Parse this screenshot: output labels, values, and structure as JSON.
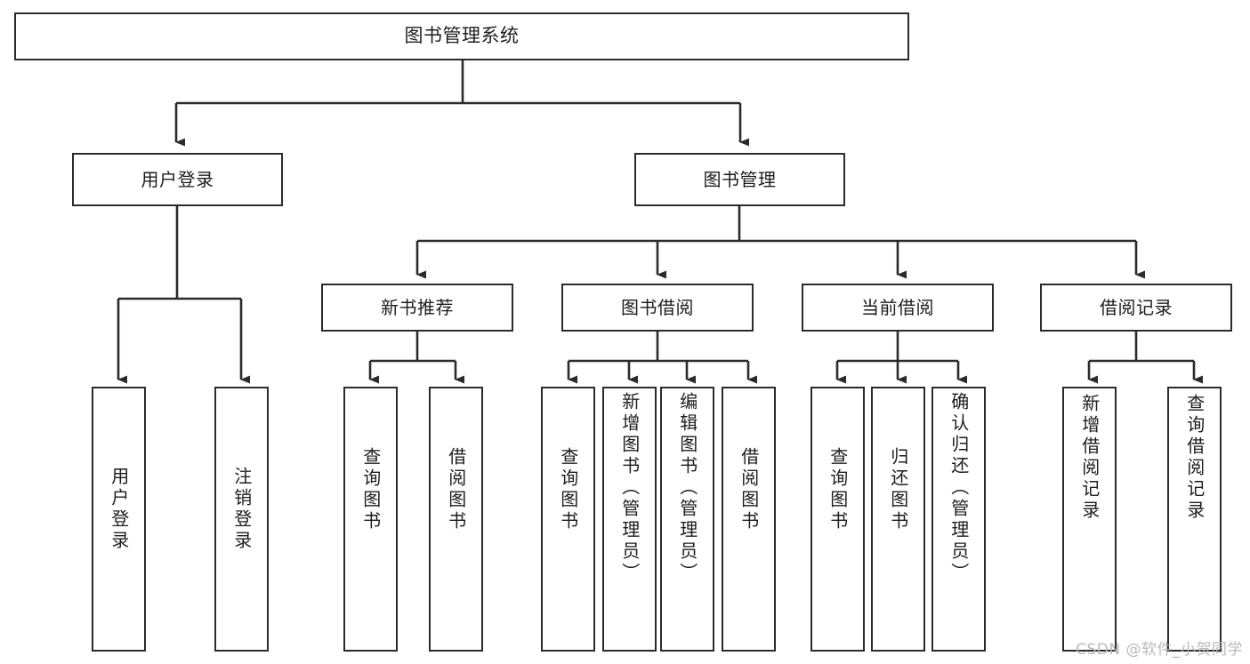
{
  "diagram": {
    "type": "tree",
    "title": "图书管理系统",
    "watermark": "CSDN @软件_小贺同学",
    "colors": {
      "box_border": "#2b2b2b",
      "box_fill": "#ffffff",
      "connector": "#2b2b2b",
      "text": "#1d1d1d",
      "watermark": "#b9b9b9",
      "background": "#ffffff"
    },
    "nodes": {
      "root": {
        "label": "图书管理系统"
      },
      "level1": [
        {
          "id": "user-login",
          "label": "用户登录"
        },
        {
          "id": "book-manage",
          "label": "图书管理"
        }
      ],
      "level2": [
        {
          "id": "new-book-recommend",
          "label": "新书推荐",
          "parent": "book-manage"
        },
        {
          "id": "book-borrow",
          "label": "图书借阅",
          "parent": "book-manage"
        },
        {
          "id": "current-borrow",
          "label": "当前借阅",
          "parent": "book-manage"
        },
        {
          "id": "borrow-record",
          "label": "借阅记录",
          "parent": "book-manage"
        }
      ],
      "leaves": [
        {
          "id": "leaf-user-login",
          "label": "用户登录",
          "parent": "user-login"
        },
        {
          "id": "leaf-logout-login",
          "label": "注销登录",
          "parent": "user-login"
        },
        {
          "id": "leaf-query-book-1",
          "label": "查询图书",
          "parent": "new-book-recommend"
        },
        {
          "id": "leaf-borrow-book-1",
          "label": "借阅图书",
          "parent": "new-book-recommend"
        },
        {
          "id": "leaf-query-book-2",
          "label": "查询图书",
          "parent": "book-borrow"
        },
        {
          "id": "leaf-add-book",
          "label": "新增图书（管理员）",
          "parent": "book-borrow"
        },
        {
          "id": "leaf-edit-book",
          "label": "编辑图书（管理员）",
          "parent": "book-borrow"
        },
        {
          "id": "leaf-borrow-book-2",
          "label": "借阅图书",
          "parent": "book-borrow"
        },
        {
          "id": "leaf-query-book-3",
          "label": "查询图书",
          "parent": "current-borrow"
        },
        {
          "id": "leaf-return-book",
          "label": "归还图书",
          "parent": "current-borrow"
        },
        {
          "id": "leaf-confirm-return",
          "label": "确认归还（管理员）",
          "parent": "current-borrow"
        },
        {
          "id": "leaf-add-record",
          "label": "新增借阅记录",
          "parent": "borrow-record"
        },
        {
          "id": "leaf-query-record",
          "label": "查询借阅记录",
          "parent": "borrow-record"
        }
      ]
    }
  }
}
